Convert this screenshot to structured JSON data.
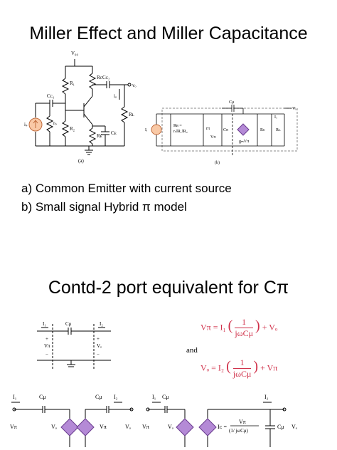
{
  "slide1": {
    "title": "Miller Effect and Miller Capacitance",
    "bullets": [
      "a) Common Emitter with current source",
      "b) Small signal Hybrid π model"
    ],
    "fig_a_caption": "(a)",
    "fig_b_caption": "(b)",
    "fig_a_labels": {
      "vcc": "V₀₀",
      "r1": "R₁",
      "rc": "Rᴄ",
      "cc2": "Cᴄ₂",
      "vo": "vₒ",
      "cc1": "Cᴄ₁",
      "io": "iₒ",
      "rl": "Rʟ",
      "is": "iₛ",
      "rs": "rₛ",
      "r2": "R₂",
      "re": "Rᴇ",
      "ce": "Cᴇ"
    },
    "fig_b_labels": {
      "ii": "Iᵢ",
      "rb": "Rʙ =",
      "rpar": "rₛ‖R₁‖R₂",
      "rpi": "rπ",
      "vpi": "Vπ",
      "cpi": "Cπ",
      "cmu": "Cμ",
      "gm": "gₘVπ",
      "rc": "Rᴄ",
      "rl": "Rʟ",
      "io": "Iₒ",
      "vo": "Vₒ"
    }
  },
  "slide2": {
    "title": "Contd-2 port equivalent for Cπ",
    "conj": "and",
    "port_labels": {
      "i1": "I₁",
      "i2": "I₂",
      "cmu": "Cμ",
      "plus": "+",
      "minus": "−",
      "vpi": "Vπ",
      "vo": "Vₒ"
    },
    "eq1": {
      "lhs": "Vπ = I₁",
      "num": "1",
      "den": "jωCμ",
      "rhs": "+ Vₒ"
    },
    "eq2": {
      "lhs": "Vₒ = I₂",
      "num": "1",
      "den": "jωCμ",
      "rhs": "+ Vπ"
    },
    "bottom_labels": {
      "i1": "I₁",
      "cmu": "Cμ",
      "i2": "I₂",
      "vpi": "Vπ",
      "vo": "Vₒ",
      "ic": "Iᴄ =",
      "frac_num": "Vπ",
      "frac_den": "(1/ jωCμ)"
    }
  }
}
